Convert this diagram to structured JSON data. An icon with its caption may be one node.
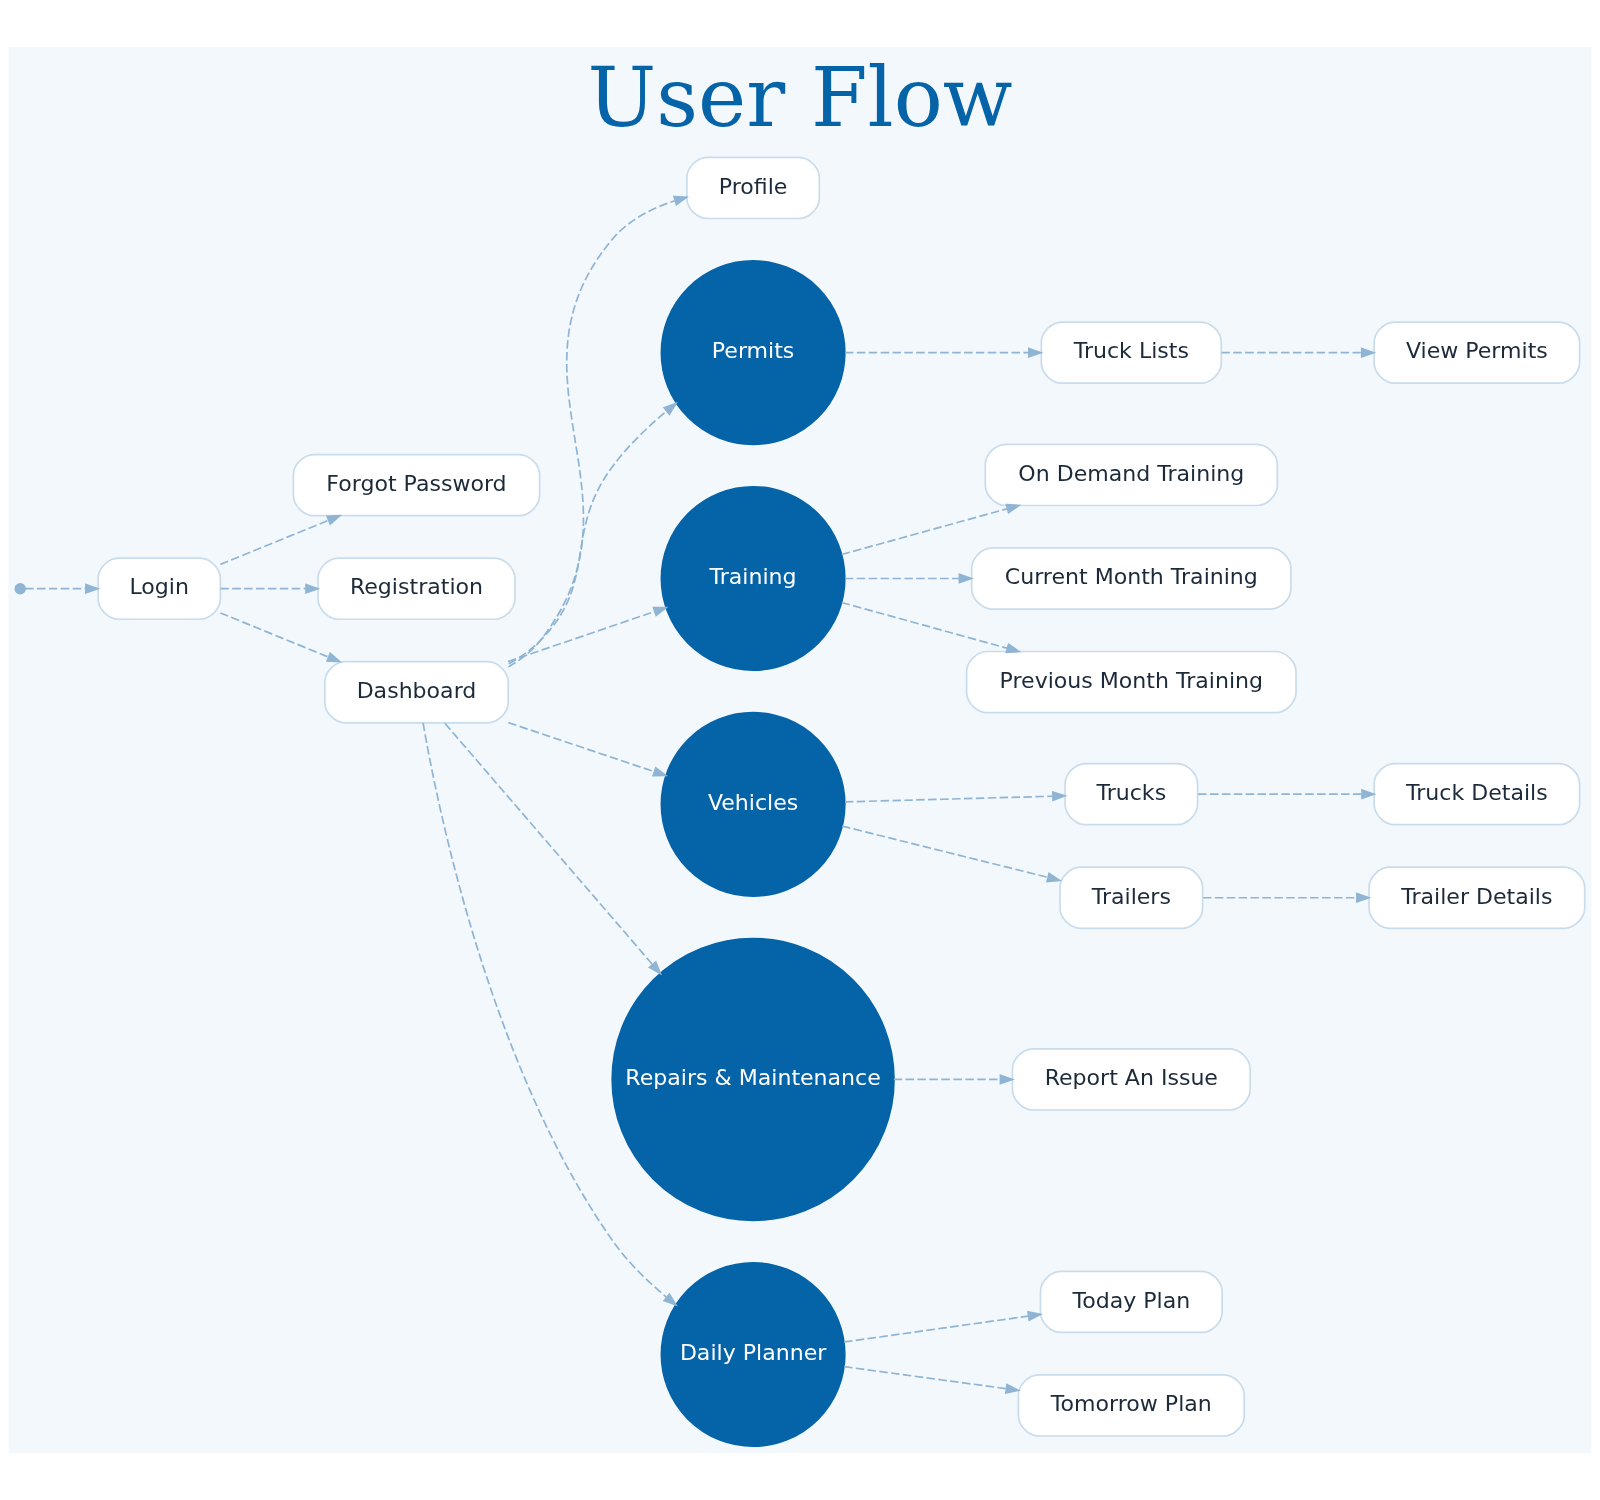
{
  "diagram": {
    "title": "User Flow",
    "nodes": [
      {
        "text": [
          "Forgot Password"
        ]
      },
      {
        "text": [
          "Registration"
        ]
      },
      {
        "text": [
          "Login"
        ]
      },
      {
        "text": [
          "Dashboard"
        ]
      },
      {
        "text": [
          "Profile"
        ]
      },
      {
        "text": [
          "Permits"
        ]
      },
      {
        "text": [
          "Training"
        ]
      },
      {
        "text": [
          "Vehicles"
        ]
      },
      {
        "text": [
          "Repairs & Maintenance"
        ]
      },
      {
        "text": [
          "Daily Planner"
        ]
      },
      {
        "text": [
          "Truck Lists"
        ]
      },
      {
        "text": [
          "View Permits"
        ]
      },
      {
        "text": [
          "On Demand Training"
        ]
      },
      {
        "text": [
          "Current Month Training"
        ]
      },
      {
        "text": [
          "Previous Month Training"
        ]
      },
      {
        "text": [
          "Trucks"
        ]
      },
      {
        "text": [
          "Truck Details"
        ]
      },
      {
        "text": [
          "Trailers"
        ]
      },
      {
        "text": [
          "Trailer Details"
        ]
      },
      {
        "text": [
          "Report An Issue"
        ]
      },
      {
        "text": [
          "Today Plan"
        ]
      },
      {
        "text": [
          "Tomorrow Plan"
        ]
      }
    ],
    "edges": [
      {
        "from": null,
        "to": 2,
        "arrow": "to",
        "style": "dashed"
      },
      {
        "from": 2,
        "to": 0,
        "arrow": "to",
        "style": "dashed"
      },
      {
        "from": 2,
        "to": 1,
        "arrow": "to",
        "style": "dashed"
      },
      {
        "from": 2,
        "to": 3,
        "arrow": "to",
        "style": "dashed"
      },
      {
        "from": 3,
        "to": 4,
        "arrow": "to",
        "style": "dashed"
      },
      {
        "from": 3,
        "to": 5,
        "arrow": "to",
        "style": "dashed"
      },
      {
        "from": 3,
        "to": 6,
        "arrow": "to",
        "style": "dashed"
      },
      {
        "from": 3,
        "to": 7,
        "arrow": "to",
        "style": "dashed"
      },
      {
        "from": 3,
        "to": 8,
        "arrow": "to",
        "style": "dashed"
      },
      {
        "from": 3,
        "to": 9,
        "arrow": "to",
        "style": "dashed"
      },
      {
        "from": 5,
        "to": 10,
        "arrow": "to",
        "style": "dashed"
      },
      {
        "from": 10,
        "to": 11,
        "arrow": "to",
        "style": "dashed"
      },
      {
        "from": 6,
        "to": 12,
        "arrow": "to",
        "style": "dashed"
      },
      {
        "from": 6,
        "to": 13,
        "arrow": "to",
        "style": "dashed"
      },
      {
        "from": 6,
        "to": 14,
        "arrow": "to",
        "style": "dashed"
      },
      {
        "from": 7,
        "to": 15,
        "arrow": "to",
        "style": "dashed"
      },
      {
        "from": 15,
        "to": 16,
        "arrow": "to",
        "style": "dashed"
      },
      {
        "from": 7,
        "to": 17,
        "arrow": "to",
        "style": "dashed"
      },
      {
        "from": 17,
        "to": 18,
        "arrow": "to",
        "style": "dashed"
      },
      {
        "from": 8,
        "to": 19,
        "arrow": "to",
        "style": "dashed"
      },
      {
        "from": 9,
        "to": 20,
        "arrow": "to",
        "style": "dashed"
      },
      {
        "from": 9,
        "to": 21,
        "arrow": "to",
        "style": "dashed"
      }
    ]
  }
}
